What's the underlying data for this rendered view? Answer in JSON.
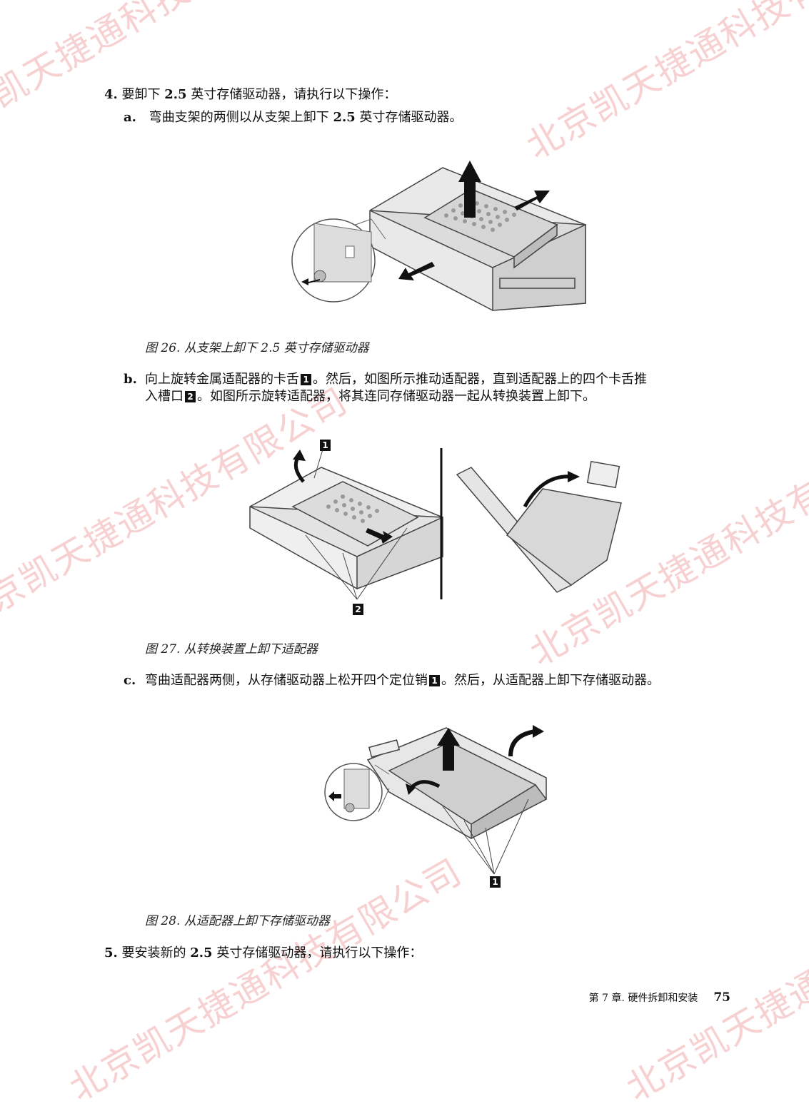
{
  "watermarks": [
    "北京凯天捷通科技有限公司"
  ],
  "step4": {
    "num": "4.",
    "text_pre": "要卸下",
    "size": "2.5",
    "text_post": "英寸存储驱动器，请执行以下操作："
  },
  "step_a": {
    "label": "a.",
    "text_pre": "弯曲支架的两侧以从支架上卸下",
    "size": "2.5",
    "text_post": "英寸存储驱动器。"
  },
  "fig26": {
    "caption": "图 26. 从支架上卸下 2.5 英寸存储驱动器"
  },
  "step_b": {
    "label": "b.",
    "line1_pre": "向上旋转金属适配器的卡舌",
    "line1_post": "。然后，如图所示推动适配器，直到适配器上的四个卡舌推",
    "line2_pre": "入槽口",
    "line2_post": "。如图所示旋转适配器，将其连同存储驱动器一起从转换装置上卸下。",
    "badge1": "1",
    "badge2": "2"
  },
  "fig27": {
    "caption": "图 27. 从转换装置上卸下适配器",
    "callout1": "1",
    "callout2": "2"
  },
  "step_c": {
    "label": "c.",
    "text_pre": "弯曲适配器两侧，从存储驱动器上松开四个定位销",
    "text_post": "。然后，从适配器上卸下存储驱动器。",
    "badge1": "1"
  },
  "fig28": {
    "caption": "图 28. 从适配器上卸下存储驱动器",
    "callout1": "1"
  },
  "step5": {
    "num": "5.",
    "text_pre": "要安装新的",
    "size": "2.5",
    "text_post": "英寸存储驱动器，请执行以下操作："
  },
  "footer": {
    "chapter": "第 7 章. 硬件拆卸和安装",
    "page_number": "75"
  }
}
